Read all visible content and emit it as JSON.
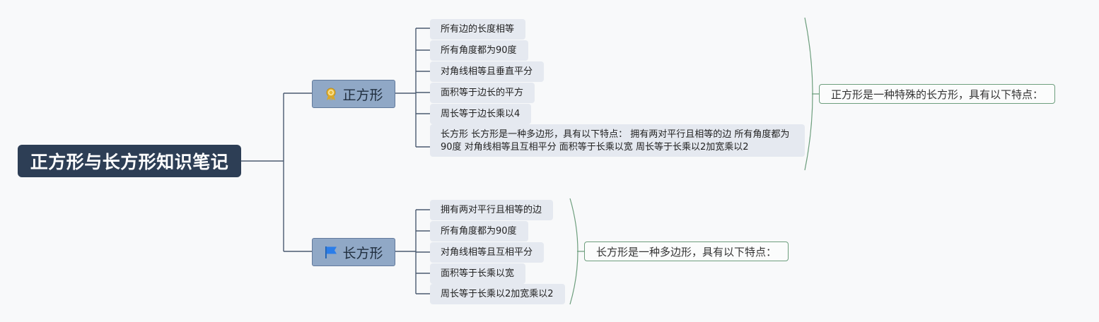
{
  "root": {
    "label": "正方形与长方形知识笔记"
  },
  "branches": [
    {
      "label": "正方形",
      "icon": "award-ribbon-icon",
      "items": [
        "所有边的长度相等",
        "所有角度都为90度",
        "对角线相等且垂直平分",
        "面积等于边长的平方",
        "周长等于边长乘以4",
        "长方形 长方形是一种多边形，具有以下特点： 拥有两对平行且相等的边 所有角度都为90度 对角线相等且互相平分 面积等于长乘以宽 周长等于长乘以2加宽乘以2"
      ],
      "summary": "正方形是一种特殊的长方形，具有以下特点："
    },
    {
      "label": "长方形",
      "icon": "flag-icon",
      "items": [
        "拥有两对平行且相等的边",
        "所有角度都为90度",
        "对角线相等且互相平分",
        "面积等于长乘以宽",
        "周长等于长乘以2加宽乘以2"
      ],
      "summary": "长方形是一种多边形，具有以下特点："
    }
  ],
  "colors": {
    "root_bg": "#2d3e55",
    "branch_bg": "#90a8c6",
    "leaf_bg": "#e5e9f0",
    "connector": "#4a5a70",
    "summary_border": "#6d9e7d"
  }
}
